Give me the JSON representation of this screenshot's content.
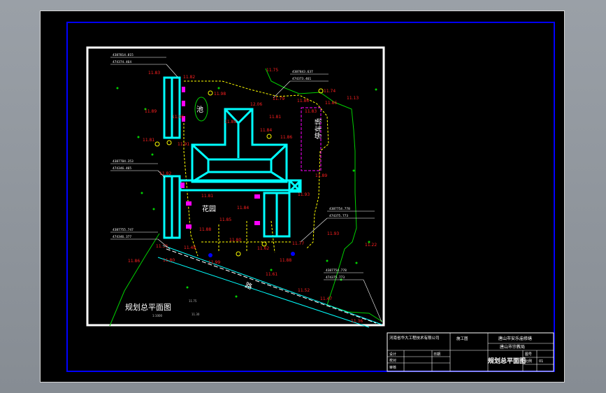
{
  "drawing": {
    "title": "规划总平面图",
    "scale": "1:1000",
    "labels": {
      "pond": "池",
      "garden": "花园",
      "parking": "停车场",
      "road": "路"
    },
    "coordinates": [
      [
        "4387814.815",
        "474374.464"
      ],
      [
        "4387843.637",
        "474373.461"
      ],
      [
        "4387784.353",
        "474346.465"
      ],
      [
        "4387755.747",
        "474346.377"
      ],
      [
        "4387754.778",
        "474375.773"
      ],
      [
        "4387754.778",
        "474375.773"
      ]
    ],
    "elevations": {
      "e1": "11.83",
      "e2": "11.82",
      "e3": "11.75",
      "e4": "11.74",
      "e5": "11.13",
      "e6": "11.98",
      "e7": "11.79",
      "e8": "11.86",
      "e9": "12.06",
      "e10": "11.96",
      "e11": "11.86",
      "e12": "11.89",
      "e13": "11.81",
      "e14": "11.81",
      "e15": "11.89",
      "e16": "11.91",
      "e17": "11.84",
      "e18": "11.86",
      "e19": "11.83",
      "e20": "11.89",
      "e21": "11.81",
      "e22": "11.93",
      "e23": "11.84",
      "e24": "11.85",
      "e25": "11.88",
      "e26": "11.82",
      "e27": "11.93",
      "e28": "11.36",
      "e29": "11.48",
      "e30": "11.80",
      "e31": "11.62",
      "e32": "11.77",
      "e33": "11.99",
      "e34": "11.88",
      "e35": "11.86",
      "e36": "11.80",
      "e37": "11.61",
      "e38": "11.52",
      "e39": "11.47",
      "e40": "11.36",
      "e41": "11.22",
      "e42": "11.75",
      "e43": "11.30"
    }
  },
  "title_block": {
    "company": "河南省华大工程技术有限公司",
    "project": "唐山市安乐庙修缮",
    "subproject": "唐山市宗教局",
    "stage": "施工图",
    "drawing_name": "规划总平面图",
    "design": "设计",
    "check": "校对",
    "approve": "审核",
    "date_label": "日期",
    "sheet_no": "图号",
    "scale_label": "比例",
    "sheet_value": "01"
  },
  "colors": {
    "frame_blue": "#0000ff",
    "building": "#00ffff",
    "elevation": "#ff2020",
    "green": "#00d000",
    "yellow": "#ffff00",
    "magenta": "#ff00ff",
    "paper": "#000000"
  }
}
